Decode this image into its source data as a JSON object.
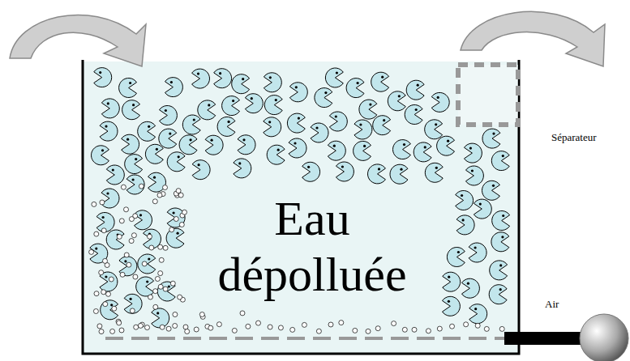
{
  "diagram": {
    "labels": [
      "Eau dépolluée",
      "Séparateur",
      "Air"
    ]
  }
}
